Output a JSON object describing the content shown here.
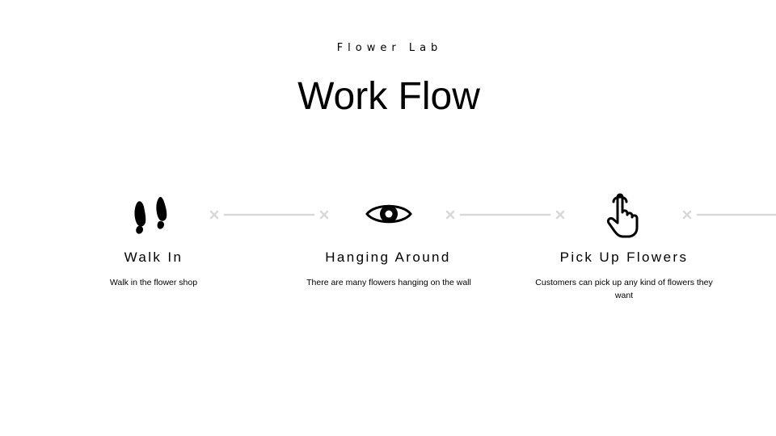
{
  "header": {
    "subtitle": "Flower Lab",
    "title": "Work Flow"
  },
  "steps": [
    {
      "icon": "footprints-icon",
      "title": "Walk In",
      "description": "Walk in the flower shop"
    },
    {
      "icon": "eye-icon",
      "title": "Hanging Around",
      "description": "There are many flowers hanging on the wall"
    },
    {
      "icon": "pointing-hand-icon",
      "title": "Pick Up Flowers",
      "description": "Customers can pick up any kind of flowers they want"
    }
  ],
  "colors": {
    "text": "#000000",
    "connector": "#d9d9d9",
    "background": "#ffffff"
  }
}
